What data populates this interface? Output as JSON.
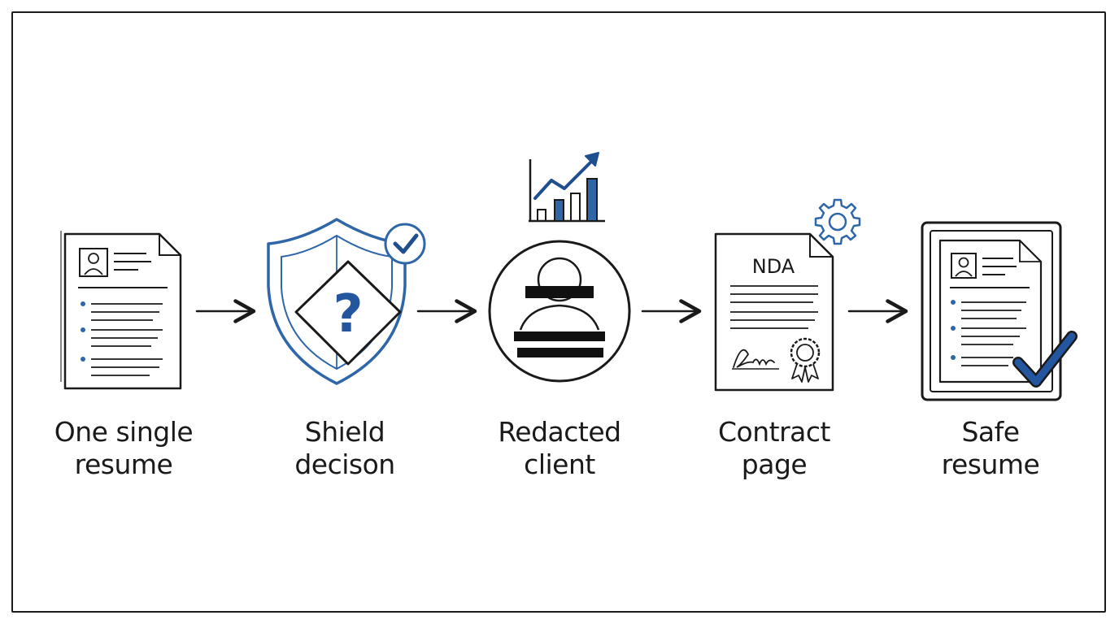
{
  "steps": [
    {
      "line1": "One single",
      "line2": "resume"
    },
    {
      "line1": "Shield",
      "line2": "decison"
    },
    {
      "line1": "Redacted",
      "line2": "client"
    },
    {
      "line1": "Contract",
      "line2": "page"
    },
    {
      "line1": "Safe",
      "line2": "resume"
    }
  ],
  "contract": {
    "heading": "NDA"
  },
  "shield": {
    "symbol": "?"
  },
  "colors": {
    "ink": "#1a1a1a",
    "accent": "#2e66a8",
    "accent_dark": "#1f4f8f"
  }
}
